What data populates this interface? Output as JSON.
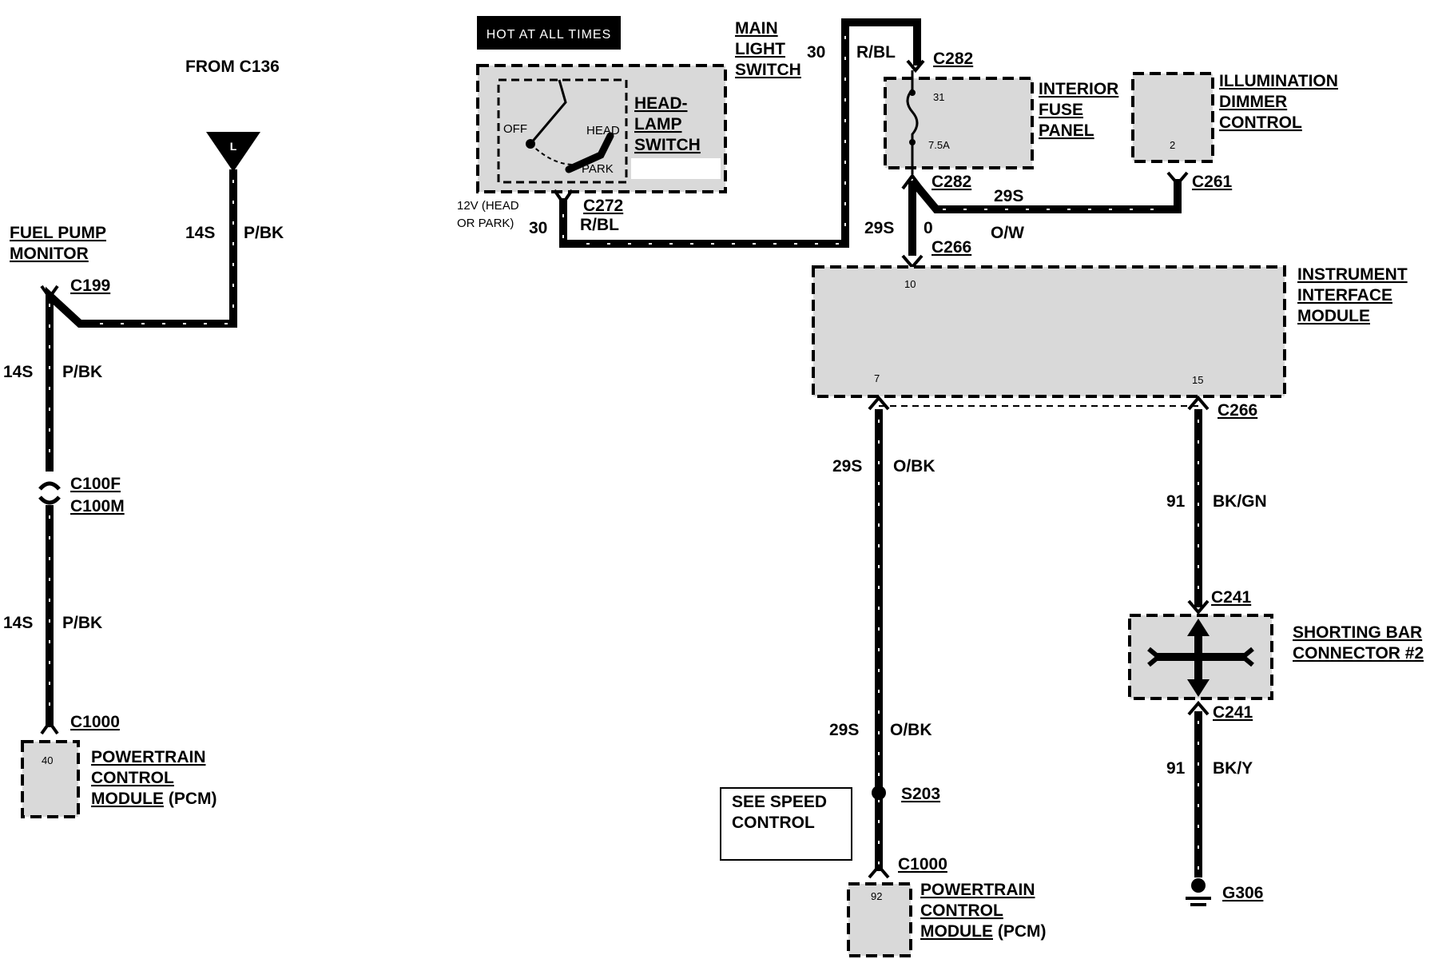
{
  "labels": {
    "from_c136": "FROM C136",
    "terminal_l": "L",
    "fuel_pump_1": "FUEL PUMP",
    "fuel_pump_2": "MONITOR",
    "c199": "C199",
    "w14s_a": "14S",
    "pbk_a": "P/BK",
    "w14s_b": "14S",
    "pbk_b": "P/BK",
    "c100f": "C100F",
    "c100m": "C100M",
    "w14s_c": "14S",
    "pbk_c": "P/BK",
    "c1000_left": "C1000",
    "pcm_left_pin": "40",
    "pcm_left_1": "POWERTRAIN",
    "pcm_left_2": "CONTROL",
    "pcm_left_3a": "MODULE",
    "pcm_left_3b": " (PCM)",
    "hot_at_all_times": "HOT AT ALL TIMES",
    "main_light_1": "MAIN",
    "main_light_2": "LIGHT",
    "main_light_3": "SWITCH",
    "w30_top": "30",
    "rbl_top": "R/BL",
    "headlamp_1": "HEAD-",
    "headlamp_2": "LAMP",
    "headlamp_3": "SWITCH",
    "sw_off": "OFF",
    "sw_head": "HEAD",
    "sw_park": "PARK",
    "v12_1": "12V (HEAD",
    "v12_2": "OR PARK)",
    "w30_bottom": "30",
    "c272": "C272",
    "rbl_bottom": "R/BL",
    "c282_top": "C282",
    "fuse_31": "31",
    "fuse_75a": "7.5A",
    "interior_1": "INTERIOR",
    "interior_2": "FUSE",
    "interior_3": "PANEL",
    "illum_1": "ILLUMINATION",
    "illum_2": "DIMMER",
    "illum_3": "CONTROL",
    "illum_pin": "2",
    "c282_bottom": "C282",
    "w29s_ow": "29S",
    "c261": "C261",
    "w29s_left": "29S",
    "w0": "0",
    "ow": "O/W",
    "c266_top": "C266",
    "iim_pin10": "10",
    "iim_pin7": "7",
    "iim_pin15": "15",
    "iim_1": "INSTRUMENT",
    "iim_2": "INTERFACE",
    "iim_3": "MODULE",
    "c266_bottom": "C266",
    "w29s_obk_a": "29S",
    "obk_a": "O/BK",
    "w91_a": "91",
    "bkgn": "BK/GN",
    "c241_top": "C241",
    "shorting_1": "SHORTING BAR",
    "shorting_2": "CONNECTOR #2",
    "c241_bottom": "C241",
    "w29s_obk_b": "29S",
    "obk_b": "O/BK",
    "w91_b": "91",
    "bky": "BK/Y",
    "s203": "S203",
    "see_speed_1": "SEE SPEED",
    "see_speed_2": "CONTROL",
    "c1000_right": "C1000",
    "pcm_right_pin": "92",
    "pcm_right_1": "POWERTRAIN",
    "pcm_right_2": "CONTROL",
    "pcm_right_3a": "MODULE",
    "pcm_right_3b": " (PCM)",
    "g306": "G306"
  }
}
